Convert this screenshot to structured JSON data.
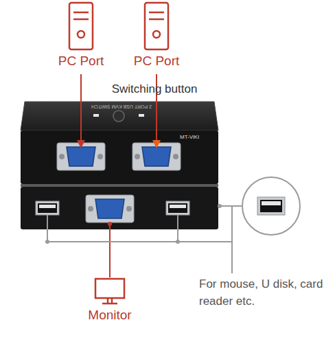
{
  "diagram": {
    "nodes": [
      {
        "text": [
          "PC Port"
        ]
      },
      {
        "text": [
          "PC Port"
        ]
      },
      {
        "text": [
          "Monitor"
        ]
      }
    ],
    "labels": [
      "Switching button",
      "2 PORT USB KVM SWITCH",
      "MT-ViKI",
      "For mouse, U disk, card reader etc."
    ]
  }
}
